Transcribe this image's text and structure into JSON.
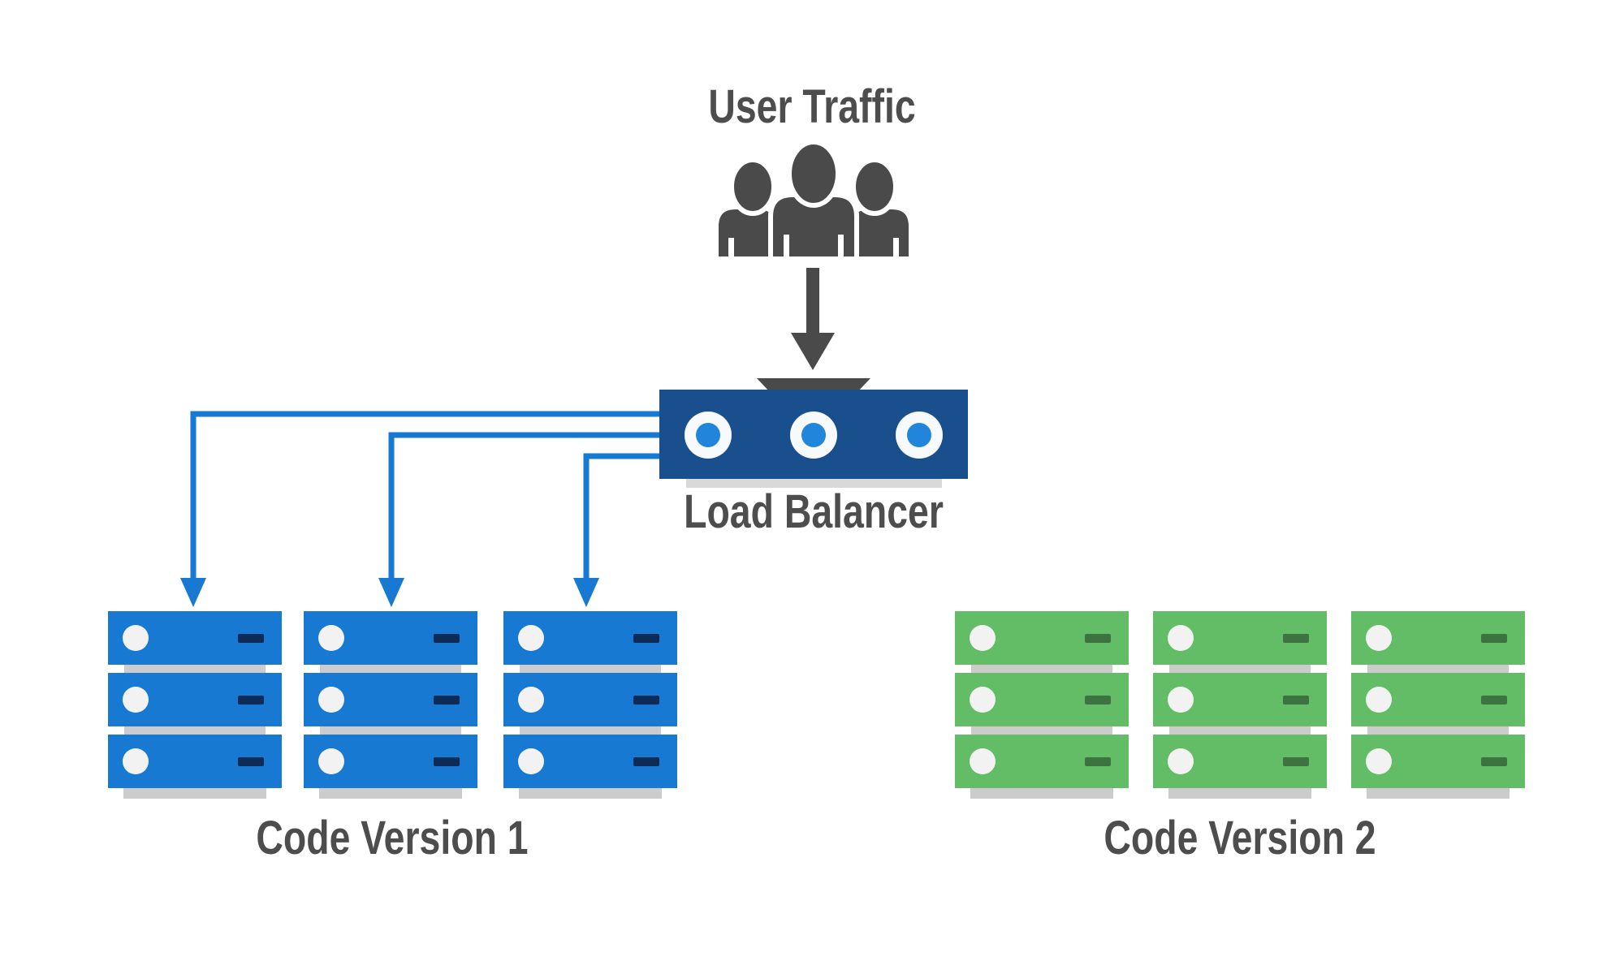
{
  "diagram": {
    "background": "#ffffff",
    "user_traffic": {
      "label": "User Traffic",
      "icon": "users-group-icon"
    },
    "load_balancer": {
      "label": "Load Balancer",
      "port_count": 3
    },
    "clusters": [
      {
        "id": "code-version-1",
        "label": "Code Version 1",
        "server_color": "#1779d2",
        "dash_color": "#0c2b57",
        "stack_count": 3,
        "servers_per_stack": 3,
        "receives_traffic": true
      },
      {
        "id": "code-version-2",
        "label": "Code Version 2",
        "server_color": "#63bd67",
        "dash_color": "#3d7341",
        "stack_count": 3,
        "servers_per_stack": 3,
        "receives_traffic": false
      }
    ],
    "connections": [
      {
        "from": "user-traffic",
        "to": "load-balancer"
      },
      {
        "from": "load-balancer",
        "to": "code-version-1-stack-1"
      },
      {
        "from": "load-balancer",
        "to": "code-version-1-stack-2"
      },
      {
        "from": "load-balancer",
        "to": "code-version-1-stack-3"
      }
    ],
    "colors": {
      "icon_gray": "#4a4a4a",
      "text_gray": "#4d4d4d",
      "arrow_blue": "#1779d2",
      "lb_navy": "#1a4f8e",
      "port_blue": "#2085db",
      "shadow_gray": "#cccccc",
      "server_circle": "#f2f2f2"
    }
  }
}
